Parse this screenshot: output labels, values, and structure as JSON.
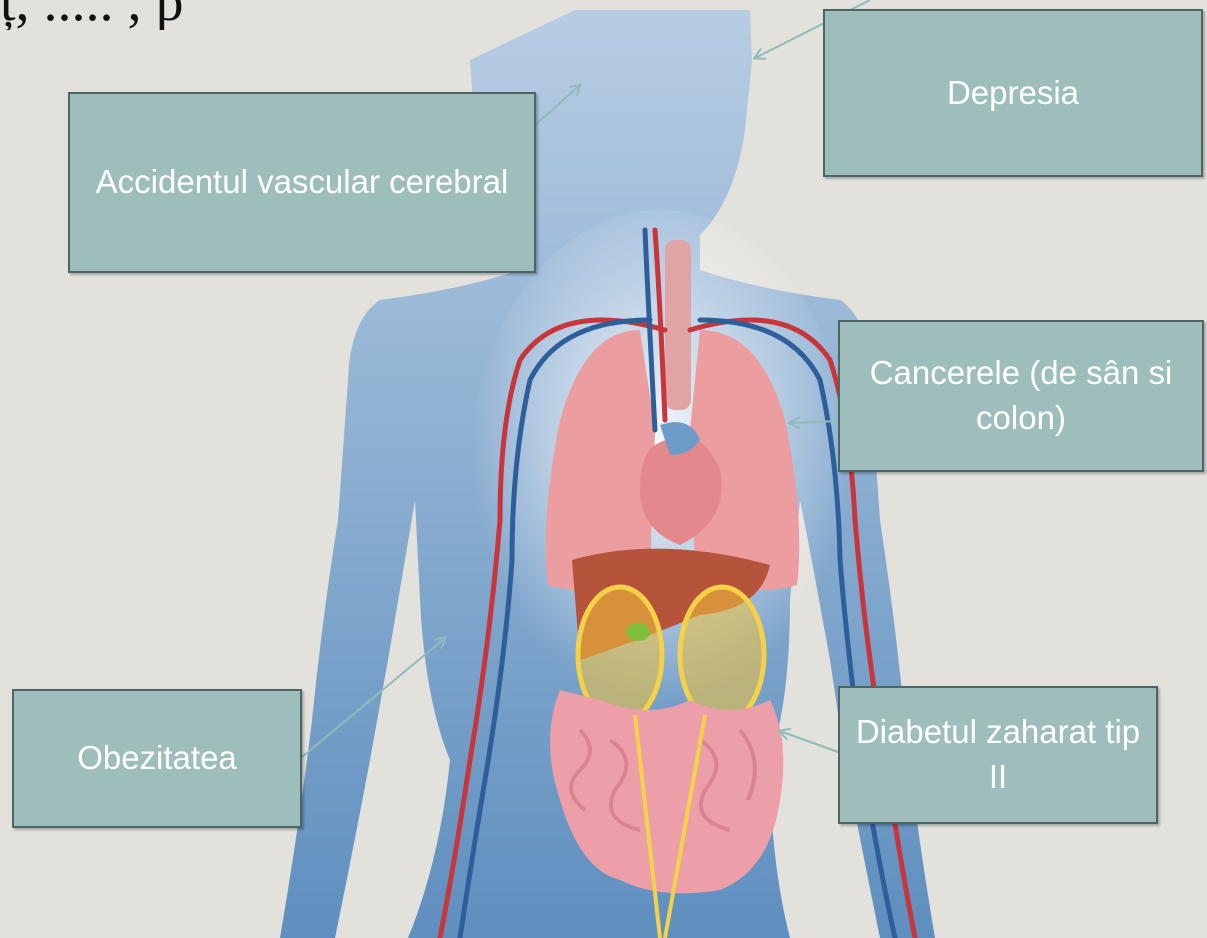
{
  "title_fragment": "ț, ..... , p",
  "colors": {
    "background": "#e2e1dc",
    "box_fill": "#9dbebb",
    "box_border": "#4d6564",
    "box_text": "#ffffff",
    "arrow": "#8fbcb8",
    "body_silhouette": "#a9c3dc",
    "artery": "#c8353a",
    "vein": "#2f5f9a",
    "kidney_highlight": "#f2c33a"
  },
  "labels": {
    "stroke": "Accidentul vascular cerebral",
    "depression": "Depresia",
    "cancers": "Cancerele (de sân si colon)",
    "obesity": "Obezitatea",
    "diabetes": "Diabetul zaharat tip II"
  }
}
